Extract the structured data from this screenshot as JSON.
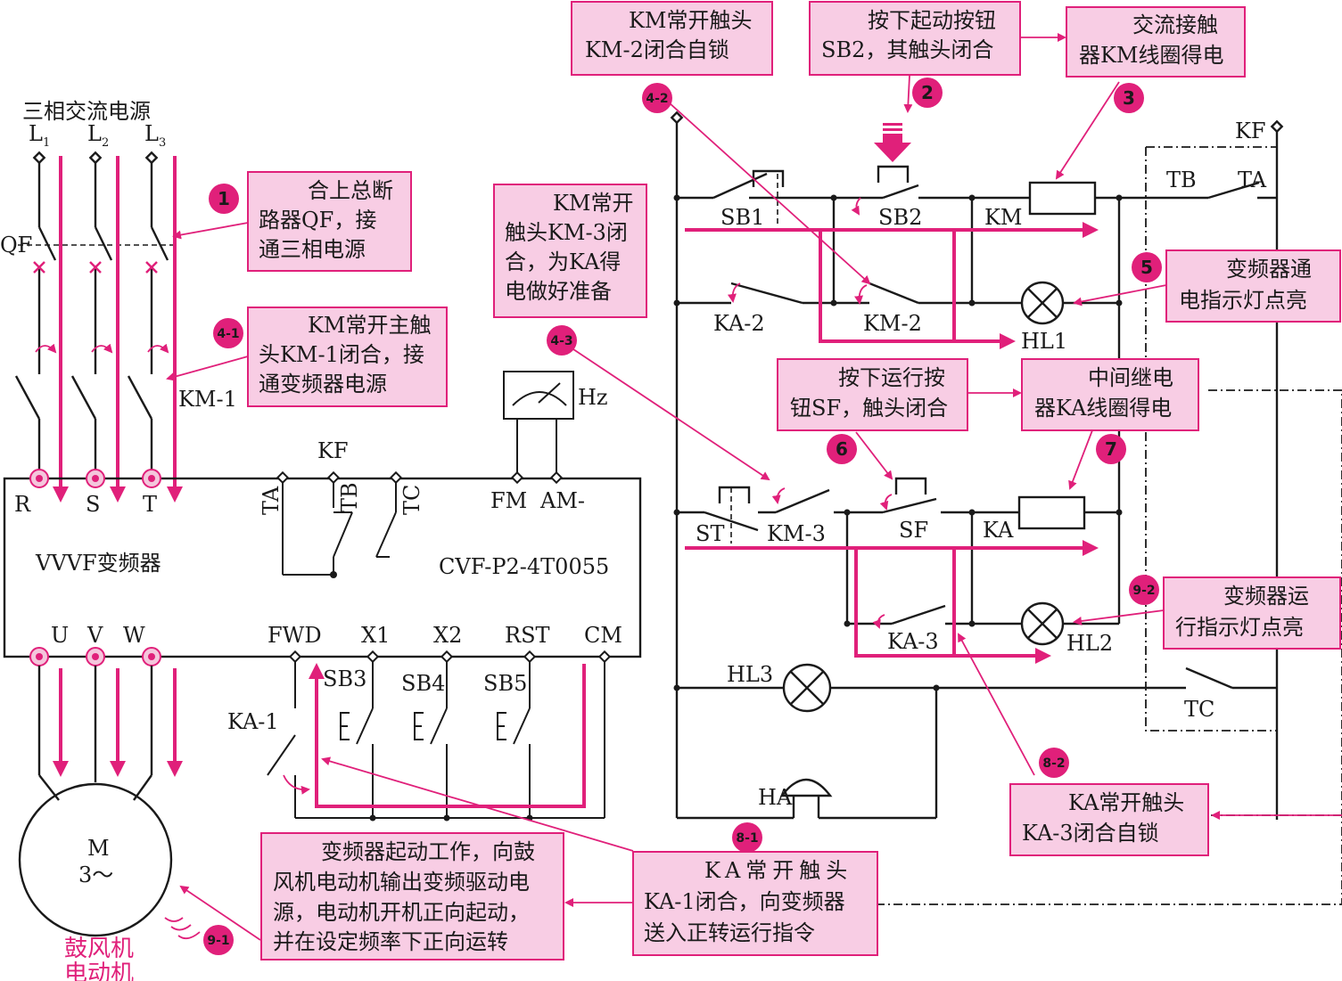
{
  "power": {
    "title": "三相交流电源",
    "L1": "L",
    "L2": "L",
    "L3": "L",
    "s1": "1",
    "s2": "2",
    "s3": "3",
    "qf": "QF",
    "km1": "KM-1"
  },
  "inverter": {
    "name": "VVVF变频器",
    "model": "CVF-P2-4T0055",
    "kf": "KF",
    "ta": "TA",
    "tb": "TB",
    "tc": "TC",
    "fm": "FM",
    "am": "AM-",
    "hz": "Hz",
    "r": "R",
    "s": "S",
    "t": "T",
    "u": "U",
    "v": "V",
    "w": "W",
    "fwd": "FWD",
    "x1": "X1",
    "x2": "X2",
    "rst": "RST",
    "cm": "CM"
  },
  "control": {
    "ka1": "KA-1",
    "sb3": "SB3",
    "sb4": "SB4",
    "sb5": "SB5",
    "sb1": "SB1",
    "sb2": "SB2",
    "km": "KM",
    "ka2": "KA-2",
    "km2": "KM-2",
    "hl1": "HL1",
    "st": "ST",
    "km3": "KM-3",
    "sf": "SF",
    "ka": "KA",
    "ka3": "KA-3",
    "hl2": "HL2",
    "hl3": "HL3",
    "ha": "HA",
    "kf": "KF",
    "tb": "TB",
    "ta": "TA",
    "tc": "TC"
  },
  "motor": {
    "m": "M",
    "phase": "3～",
    "name1": "鼓风机",
    "name2": "电动机"
  },
  "steps": {
    "s1": "1",
    "s2": "2",
    "s3": "3",
    "s41": "4-1",
    "s42": "4-2",
    "s43": "4-3",
    "s5": "5",
    "s6": "6",
    "s7": "7",
    "s81": "8-1",
    "s82": "8-2",
    "s91": "9-1",
    "s92": "9-2"
  },
  "notes": {
    "n1": [
      "合上总断",
      "路器QF，接",
      "通三相电源"
    ],
    "n41": [
      "KM常开主触",
      "头KM-1闭合，接",
      "通变频器电源"
    ],
    "n42": [
      "KM常开触头",
      "KM-2闭合自锁"
    ],
    "n2": [
      "按下起动按钮",
      "SB2，其触头闭合"
    ],
    "n3": [
      "交流接触",
      "器KM线圈得电"
    ],
    "n43": [
      "KM常开",
      "触头KM-3闭",
      "合，为KA得",
      "电做好准备"
    ],
    "n5": [
      "变频器通",
      "电指示灯点亮"
    ],
    "n6": [
      "按下运行按",
      "钮SF，触头闭合"
    ],
    "n7": [
      "中间继电",
      "器KA线圈得电"
    ],
    "n92": [
      "变频器运",
      "行指示灯点亮"
    ],
    "n82": [
      "KA常开触头",
      "KA-3闭合自锁"
    ],
    "n81": [
      "KA常开触头",
      "KA-1闭合，向变频器",
      "送入正转运行指令"
    ],
    "n91": [
      "变频器起动工作，向鼓",
      "风机电动机输出变频驱动电",
      "源，电动机开机正向起动，",
      "并在设定频率下正向运转"
    ]
  },
  "colors": {
    "accent": "#e0207a",
    "box_fill": "#f8cde4",
    "line": "#1a1a1a"
  }
}
